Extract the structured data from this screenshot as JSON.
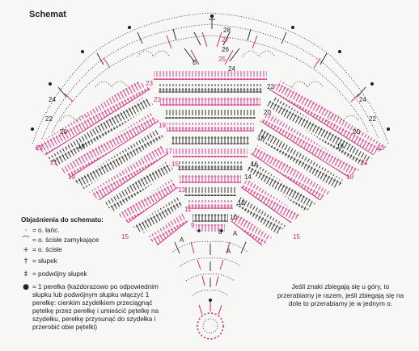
{
  "title": "Schemat",
  "legend": {
    "heading": "Objaśnienia do schematu:",
    "items": [
      {
        "icon": "chain-dot-icon",
        "symbol": "·",
        "text": "= o. łańc."
      },
      {
        "icon": "slip-stitch-icon",
        "symbol": "⌒",
        "text": "= o. ścisłe zamykające"
      },
      {
        "icon": "single-crochet-icon",
        "symbol": "+",
        "text": "= o. ścisłe"
      },
      {
        "icon": "double-crochet-icon",
        "symbol": "†",
        "text": "= słupek"
      },
      {
        "icon": "treble-crochet-icon",
        "symbol": "‡",
        "text": "= podwójny słupek"
      },
      {
        "icon": "bead-icon",
        "symbol": "●",
        "text": "= 1 perełka (każdorazowo po odpowiednim słupku lub podwójnym słupku włączyć 1 perełkę: cienkim szydełkiem przeciągnąć pętelkę przez perełkę i umieścić pętelkę na szydełku, perełkę przysunąć do szydełka i przerobić obie pętelki)"
      }
    ]
  },
  "note": "Jeśli znaki zbiegają się u góry, to przerabiamy je razem, jeśli zbiegają się na dole to przerabiamy je w jednym o.",
  "colors": {
    "pink": "#d8267d",
    "dark": "#1e1e1e",
    "paper": "#f7f7f5"
  },
  "labels": {
    "r28": "28",
    "r27": "27",
    "r26": "26",
    "r25": "25",
    "r24c": "24",
    "rB": "B",
    "rA1": "A",
    "rA2": "A",
    "rA3": "A",
    "c23": "23",
    "c22": "22",
    "c21": "21",
    "c20": "20",
    "c19": "19",
    "c18": "18",
    "c17": "17",
    "c16": "16",
    "c15": "15",
    "c14": "14",
    "c13": "13",
    "c12": "12",
    "c11": "11",
    "c10": "10",
    "c9": "9",
    "c8": "8",
    "l24": "24",
    "l23": "23",
    "l22": "22",
    "l21": "21",
    "l20": "20",
    "l19": "19",
    "l18": "18",
    "l15": "15",
    "rr24": "24",
    "rr23": "23",
    "rr22": "22",
    "rr21": "21",
    "rr20": "20",
    "rr19": "19",
    "rr18": "18",
    "rr15": "15"
  }
}
